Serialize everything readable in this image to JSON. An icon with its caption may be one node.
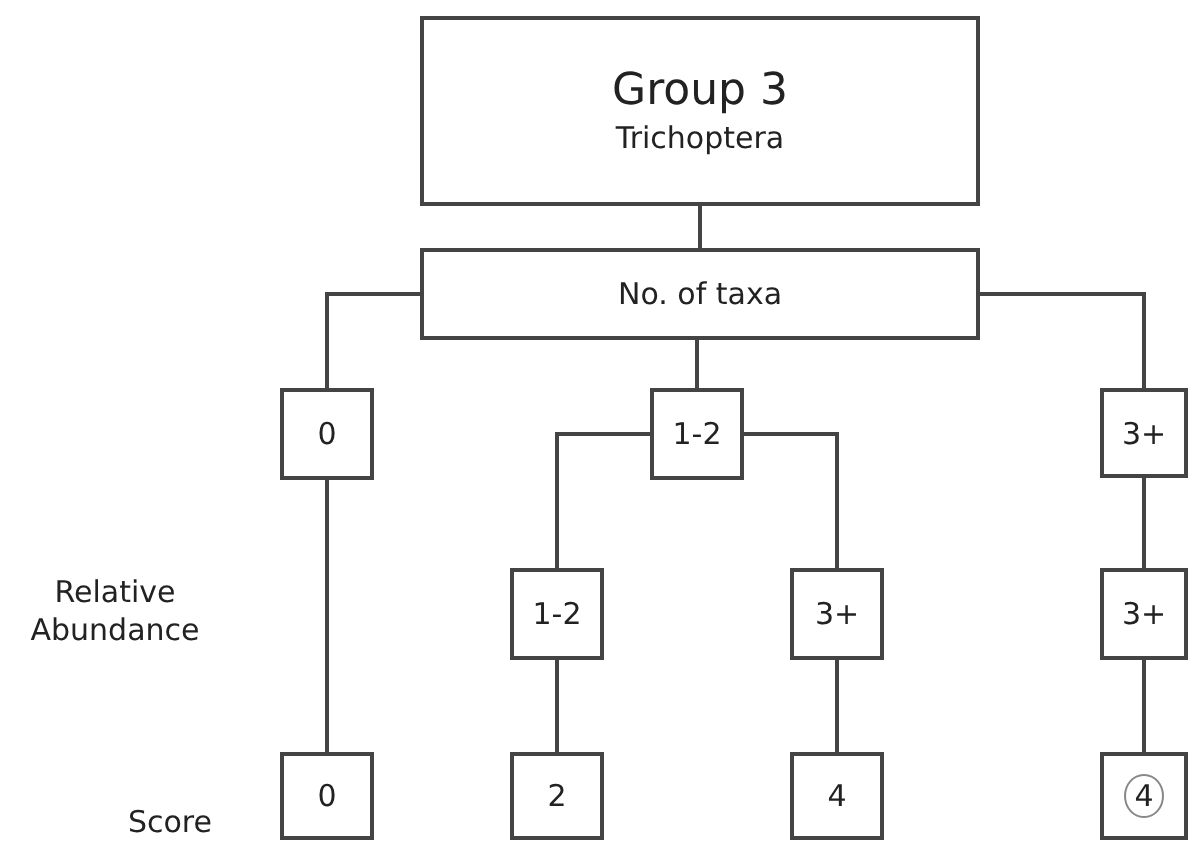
{
  "diagram": {
    "nodes": [
      {
        "text": [
          "Group 3",
          "Trichoptera"
        ]
      },
      {
        "text": [
          "No. of taxa"
        ]
      },
      {
        "text": [
          "0"
        ]
      },
      {
        "text": [
          "1-2"
        ]
      },
      {
        "text": [
          "3+"
        ]
      },
      {
        "text": [
          "1-2"
        ]
      },
      {
        "text": [
          "3+"
        ]
      },
      {
        "text": [
          "3+"
        ]
      },
      {
        "text": [
          "0"
        ]
      },
      {
        "text": [
          "2"
        ]
      },
      {
        "text": [
          "4"
        ]
      },
      {
        "text": [
          "4"
        ]
      }
    ],
    "edges": [
      {
        "from": 0,
        "to": 1,
        "arrow": "none"
      },
      {
        "from": 1,
        "to": 2,
        "arrow": "none"
      },
      {
        "from": 1,
        "to": 3,
        "arrow": "none"
      },
      {
        "from": 1,
        "to": 4,
        "arrow": "none"
      },
      {
        "from": 2,
        "to": 8,
        "arrow": "none"
      },
      {
        "from": 3,
        "to": 5,
        "arrow": "none"
      },
      {
        "from": 3,
        "to": 6,
        "arrow": "none"
      },
      {
        "from": 4,
        "to": 7,
        "arrow": "none"
      },
      {
        "from": 5,
        "to": 9,
        "arrow": "none"
      },
      {
        "from": 6,
        "to": 10,
        "arrow": "none"
      },
      {
        "from": 7,
        "to": 11,
        "arrow": "none"
      }
    ],
    "labels": [
      "Relative Abundance",
      "Score"
    ]
  }
}
